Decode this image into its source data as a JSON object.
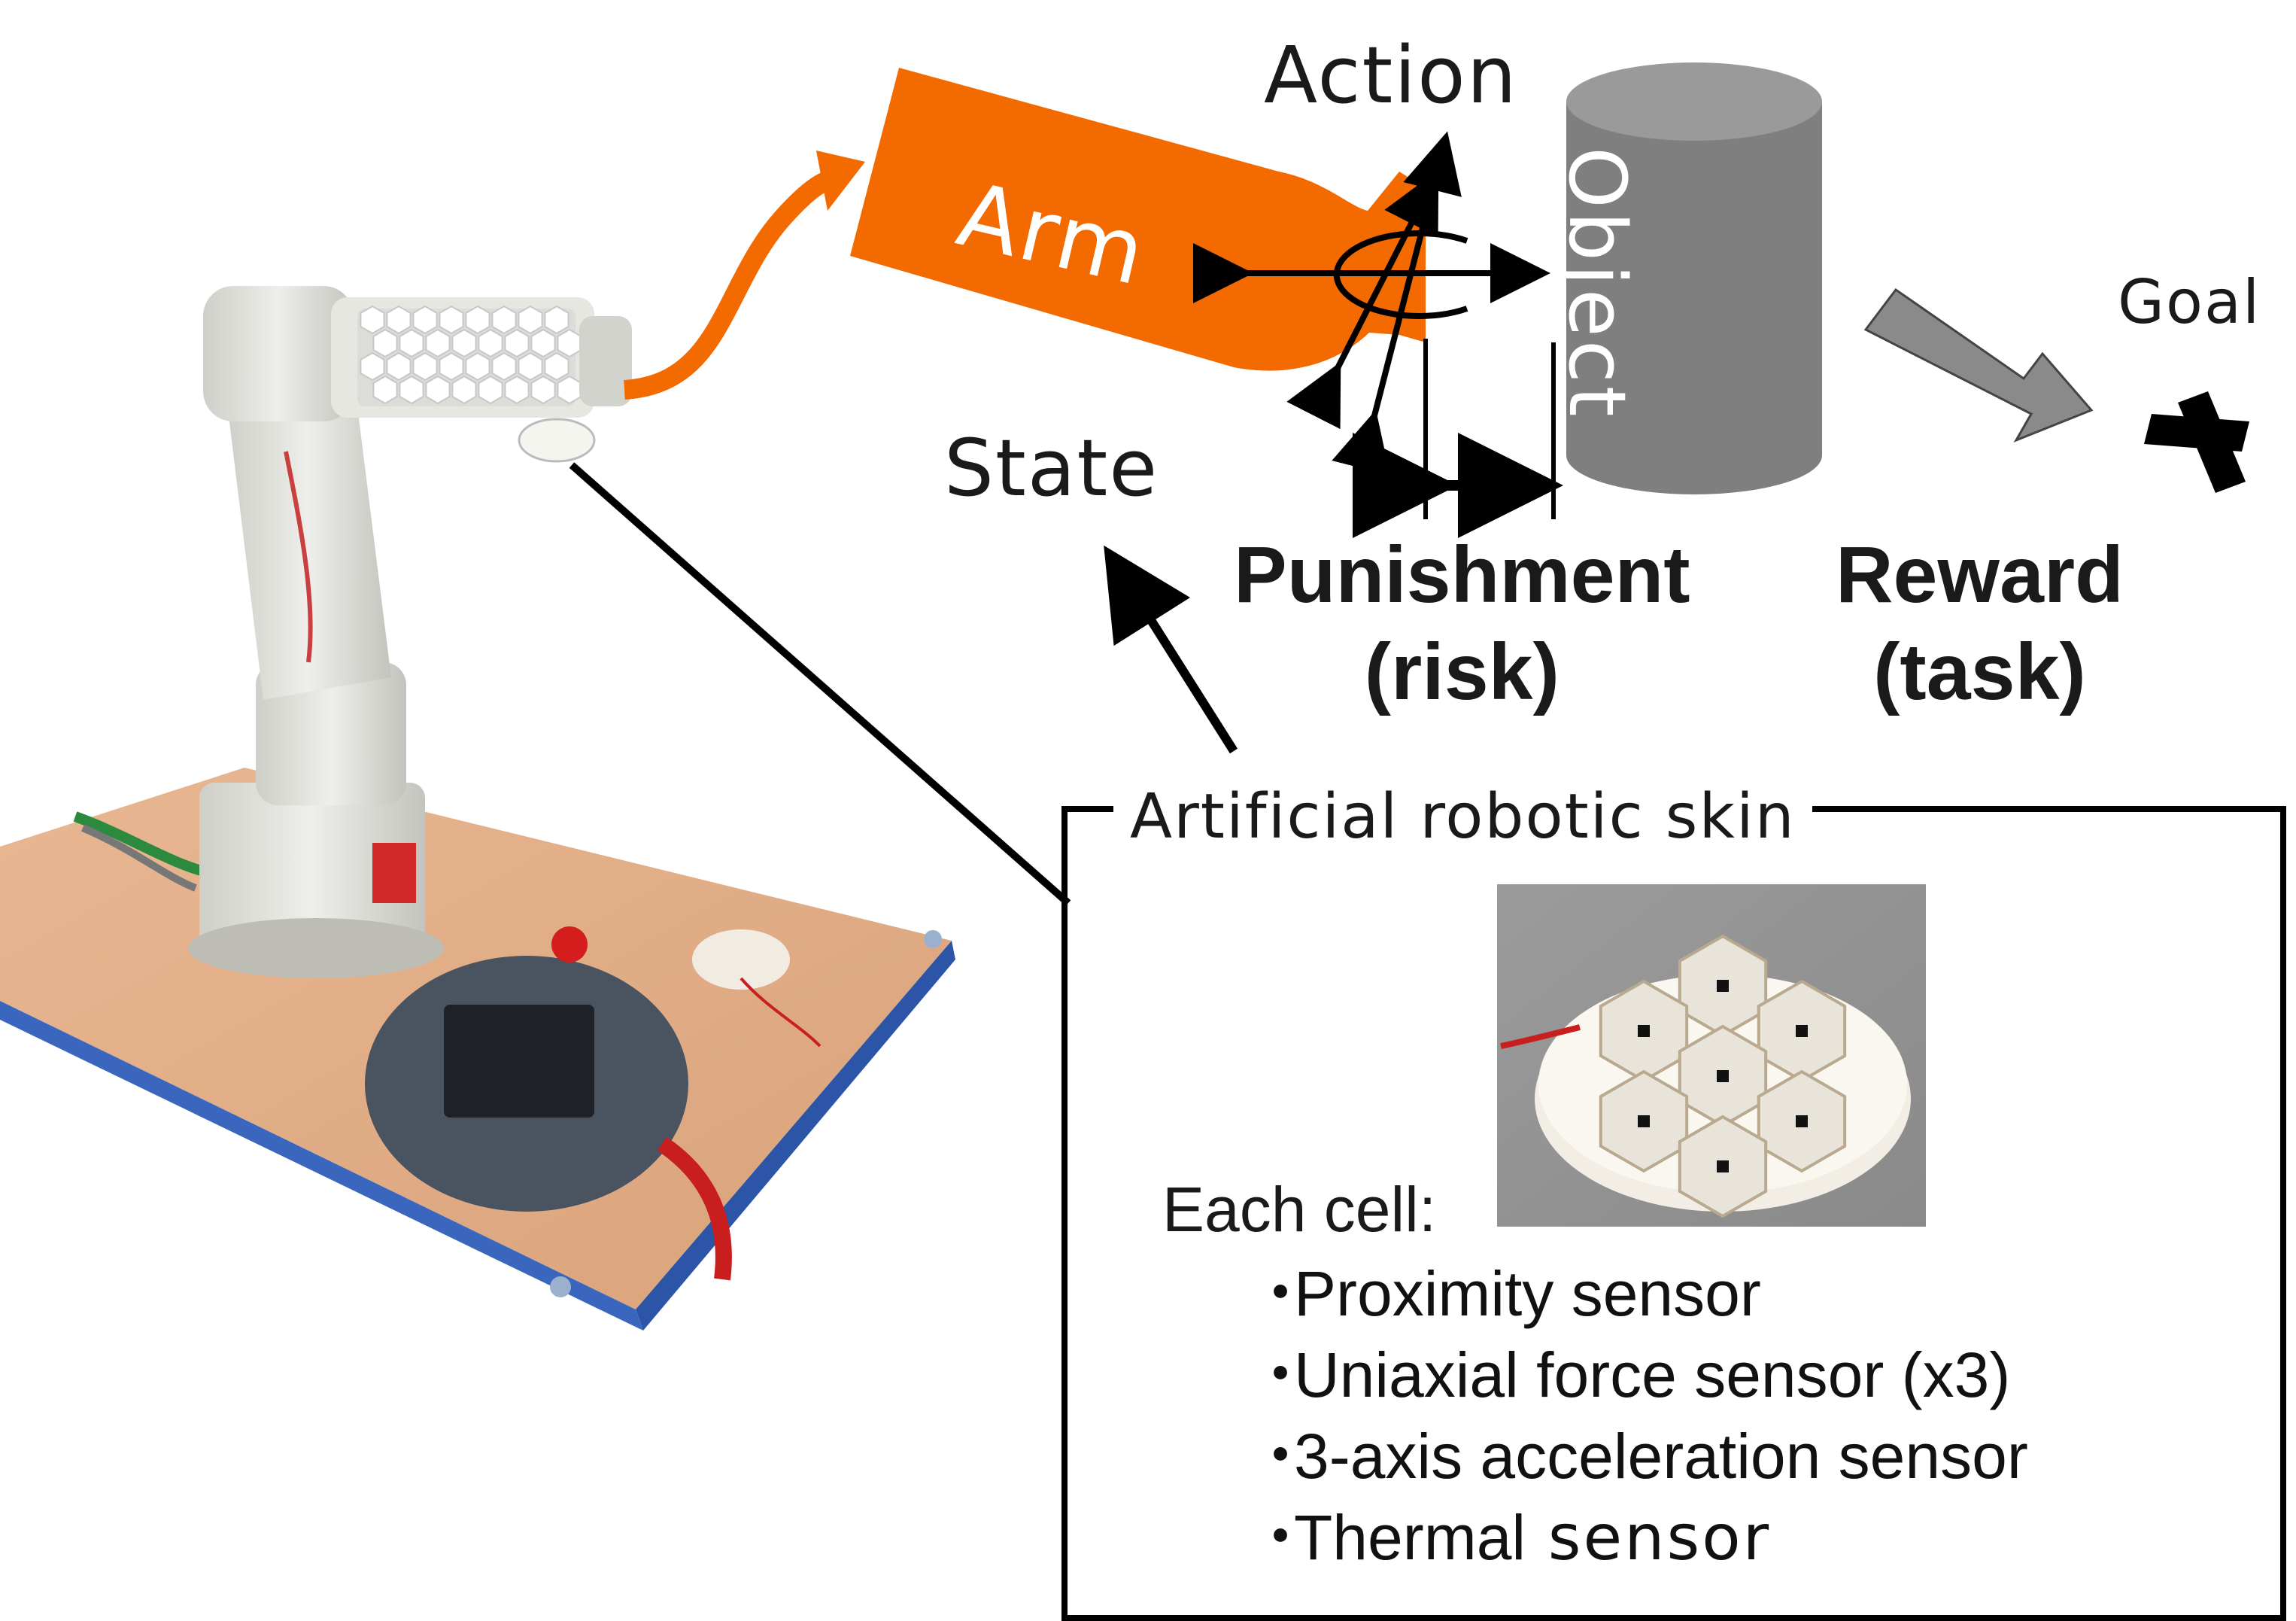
{
  "labels": {
    "action": "Action",
    "arm": "Arm",
    "object": "Object",
    "goal": "Goal",
    "state": "State",
    "punishment_line1": "Punishment",
    "punishment_line2": "(risk)",
    "reward_line1": "Reward",
    "reward_line2": "(task)"
  },
  "skin_box": {
    "title": "Artificial robotic skin",
    "cell_heading": "Each cell:",
    "bullet_mark": "・",
    "sensors": [
      "Proximity sensor",
      "Uniaxial force sensor (x3)",
      "3-axis acceleration sensor"
    ],
    "last_sensor_prefix": "Thermal",
    "last_sensor_suffix": " sensor"
  },
  "colors": {
    "arm": "#F26A00",
    "object": "#7F7F7F",
    "reward_arrow": "#8A8A8A",
    "lines": "#000000"
  }
}
